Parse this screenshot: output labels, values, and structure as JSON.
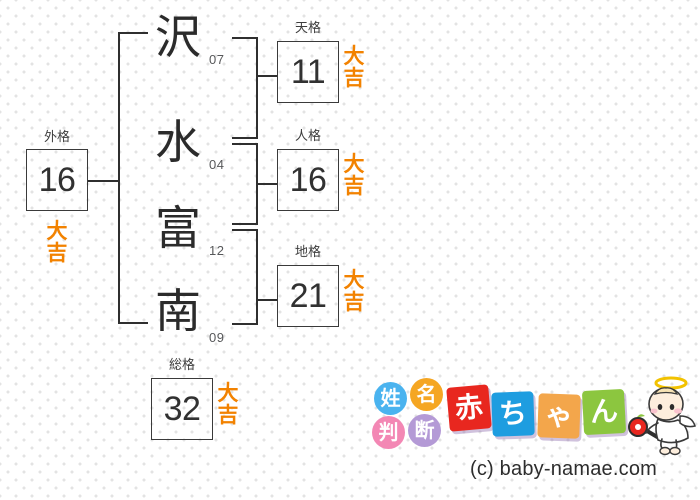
{
  "name_chars": [
    {
      "char": "沢",
      "strokes": "07"
    },
    {
      "char": "水",
      "strokes": "04"
    },
    {
      "char": "富",
      "strokes": "12"
    },
    {
      "char": "南",
      "strokes": "09"
    }
  ],
  "kaku": {
    "gaikaku": {
      "label": "外格",
      "value": "16",
      "fortune_1": "大",
      "fortune_2": "吉"
    },
    "tenkaku": {
      "label": "天格",
      "value": "11",
      "fortune_1": "大",
      "fortune_2": "吉"
    },
    "jinkaku": {
      "label": "人格",
      "value": "16",
      "fortune_1": "大",
      "fortune_2": "吉"
    },
    "chikaku": {
      "label": "地格",
      "value": "21",
      "fortune_1": "大",
      "fortune_2": "吉"
    },
    "soukaku": {
      "label": "総格",
      "value": "32",
      "fortune_1": "大",
      "fortune_2": "吉"
    }
  },
  "logo": {
    "badges": [
      {
        "char": "姓",
        "color": "#4ab3ef"
      },
      {
        "char": "名",
        "color": "#f5a623"
      },
      {
        "char": "判",
        "color": "#f387b4"
      },
      {
        "char": "断",
        "color": "#b49ad6"
      }
    ],
    "tiles": [
      {
        "char": "赤",
        "color": "#e8271f"
      },
      {
        "char": "ち",
        "color": "#1e9de0"
      },
      {
        "char": "ゃ",
        "color": "#f3a64b"
      },
      {
        "char": "ん",
        "color": "#8cc63f"
      }
    ],
    "baby_alt": "baby-angel",
    "rattle_alt": "baby-rattle"
  },
  "copyright": "(c) baby-namae.com",
  "colors": {
    "fortune_orange": "#f28200",
    "line_dark": "#2f2f2f",
    "text_dark": "#2b2b2b"
  }
}
